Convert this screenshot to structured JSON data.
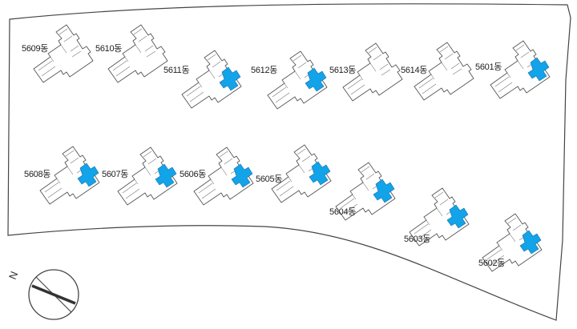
{
  "map": {
    "north_label": "N",
    "highlight_color": "#12a3e8",
    "boundary_color": "#444444"
  },
  "buildings": [
    {
      "id": "5609",
      "label": "5609동",
      "highlighted": false
    },
    {
      "id": "5610",
      "label": "5610동",
      "highlighted": false
    },
    {
      "id": "5611",
      "label": "5611동",
      "highlighted": true
    },
    {
      "id": "5612",
      "label": "5612동",
      "highlighted": true
    },
    {
      "id": "5613",
      "label": "5613동",
      "highlighted": false
    },
    {
      "id": "5614",
      "label": "5614동",
      "highlighted": false
    },
    {
      "id": "5601",
      "label": "5601동",
      "highlighted": true
    },
    {
      "id": "5608",
      "label": "5608동",
      "highlighted": true
    },
    {
      "id": "5607",
      "label": "5607동",
      "highlighted": true
    },
    {
      "id": "5606",
      "label": "5606동",
      "highlighted": true
    },
    {
      "id": "5605",
      "label": "5605동",
      "highlighted": true
    },
    {
      "id": "5604",
      "label": "5604동",
      "highlighted": true
    },
    {
      "id": "5603",
      "label": "5603동",
      "highlighted": true
    },
    {
      "id": "5602",
      "label": "5602동",
      "highlighted": true
    }
  ]
}
